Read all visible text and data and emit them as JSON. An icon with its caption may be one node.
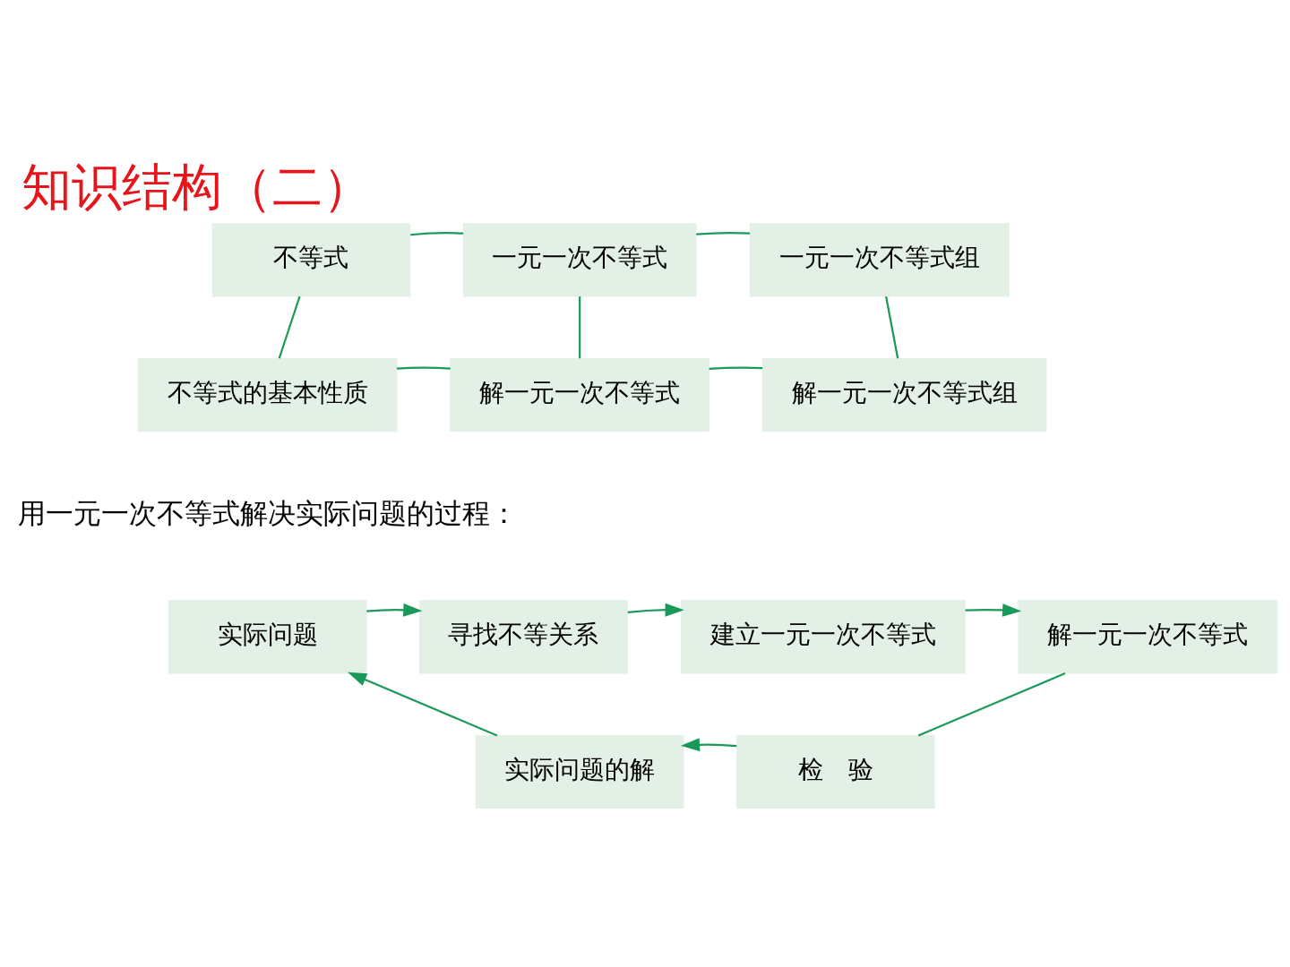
{
  "diagram": {
    "title": "知识结构（二）",
    "nodes": [
      {
        "text": [
          "不等式"
        ]
      },
      {
        "text": [
          "一元一次不等式"
        ]
      },
      {
        "text": [
          "一元一次不等式组"
        ]
      },
      {
        "text": [
          "不等式的基本性质"
        ]
      },
      {
        "text": [
          "解一元一次不等式"
        ]
      },
      {
        "text": [
          "解一元一次不等式组"
        ]
      },
      {
        "text": [
          "实际问题"
        ]
      },
      {
        "text": [
          "寻找不等关系"
        ]
      },
      {
        "text": [
          "建立一元一次不等式"
        ]
      },
      {
        "text": [
          "解一元一次不等式"
        ]
      },
      {
        "text": [
          "检　验"
        ]
      },
      {
        "text": [
          "实际问题的解"
        ]
      }
    ],
    "edges": [
      {
        "from": 0,
        "to": 1,
        "arrow": "none"
      },
      {
        "from": 1,
        "to": 2,
        "arrow": "none"
      },
      {
        "from": 0,
        "to": 3,
        "arrow": "none"
      },
      {
        "from": 1,
        "to": 4,
        "arrow": "none"
      },
      {
        "from": 2,
        "to": 5,
        "arrow": "none"
      },
      {
        "from": 3,
        "to": 4,
        "arrow": "none"
      },
      {
        "from": 4,
        "to": 5,
        "arrow": "none"
      },
      {
        "from": 6,
        "to": 7,
        "arrow": "to"
      },
      {
        "from": 7,
        "to": 8,
        "arrow": "to"
      },
      {
        "from": 8,
        "to": 9,
        "arrow": "to"
      },
      {
        "from": 9,
        "to": 10,
        "arrow": "none"
      },
      {
        "from": 10,
        "to": 11,
        "arrow": "to"
      },
      {
        "from": 11,
        "to": 6,
        "arrow": "to"
      }
    ],
    "labels": [
      "用一元一次不等式解决实际问题的过程："
    ]
  }
}
